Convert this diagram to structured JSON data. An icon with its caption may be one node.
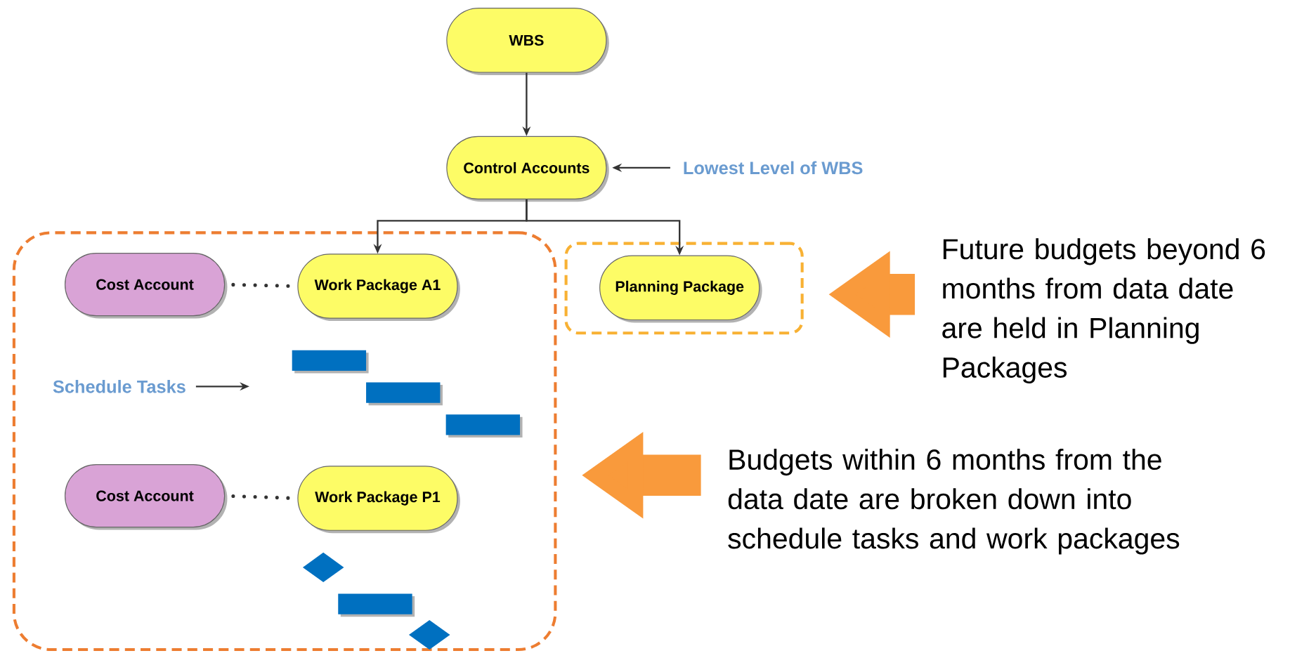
{
  "diagram": {
    "nodes": [
      {
        "text": [
          "WBS"
        ]
      },
      {
        "text": [
          "Control Accounts"
        ]
      },
      {
        "text": [
          "Lowest Level of WBS"
        ]
      },
      {
        "text": [],
        "shape": "box"
      },
      {
        "text": [
          "Cost Account"
        ],
        "in": 3
      },
      {
        "text": [
          "Work Package A1"
        ],
        "in": 3
      },
      {
        "text": [],
        "shape": "box"
      },
      {
        "text": [
          "Planning Package"
        ],
        "in": 6
      },
      {
        "text": [
          "Schedule Tasks"
        ],
        "in": 3
      },
      {
        "text": [
          "Cost Account"
        ],
        "in": 3
      },
      {
        "text": [
          "Work Package P1"
        ],
        "in": 3
      },
      {
        "text": [
          "Future budgets beyond 6 months from data date are held in Planning Packages"
        ]
      },
      {
        "text": [
          "Budgets within 6 months from the data date are  broken down into schedule tasks  and work packages"
        ]
      }
    ],
    "edges": [
      {
        "from": 0,
        "to": 1,
        "arrow": "to"
      },
      {
        "from": 2,
        "to": 1,
        "arrow": "to"
      },
      {
        "from": 1,
        "to": 5,
        "arrow": "to"
      },
      {
        "from": 1,
        "to": 7,
        "arrow": "to"
      },
      {
        "from": 4,
        "to": 5,
        "arrow": "none",
        "style": "dashed"
      },
      {
        "from": 8,
        "to": null,
        "arrow": "to"
      },
      {
        "from": 9,
        "to": 10,
        "arrow": "none",
        "style": "dashed"
      },
      {
        "from": 11,
        "to": 6,
        "arrow": "to",
        "style": "thick",
        "color": "#f99a3c"
      },
      {
        "from": 12,
        "to": 3,
        "arrow": "to",
        "style": "thick",
        "color": "#f99a3c"
      }
    ]
  }
}
